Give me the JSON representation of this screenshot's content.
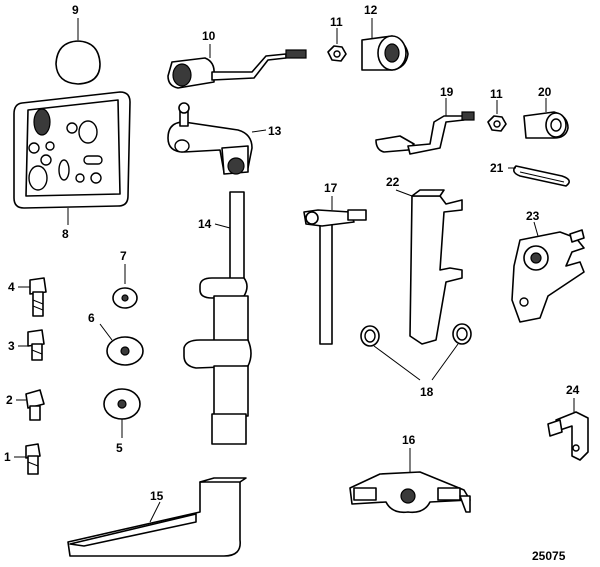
{
  "figure_id": "25075",
  "callouts": {
    "c1": "1",
    "c2": "2",
    "c3": "3",
    "c4": "4",
    "c5": "5",
    "c6": "6",
    "c7": "7",
    "c8": "8",
    "c9": "9",
    "c10": "10",
    "c11a": "11",
    "c11b": "11",
    "c12": "12",
    "c13": "13",
    "c14": "14",
    "c15": "15",
    "c16": "16",
    "c17": "17",
    "c18": "18",
    "c19": "19",
    "c20": "20",
    "c21": "21",
    "c22": "22",
    "c23": "23",
    "c24": "24"
  }
}
